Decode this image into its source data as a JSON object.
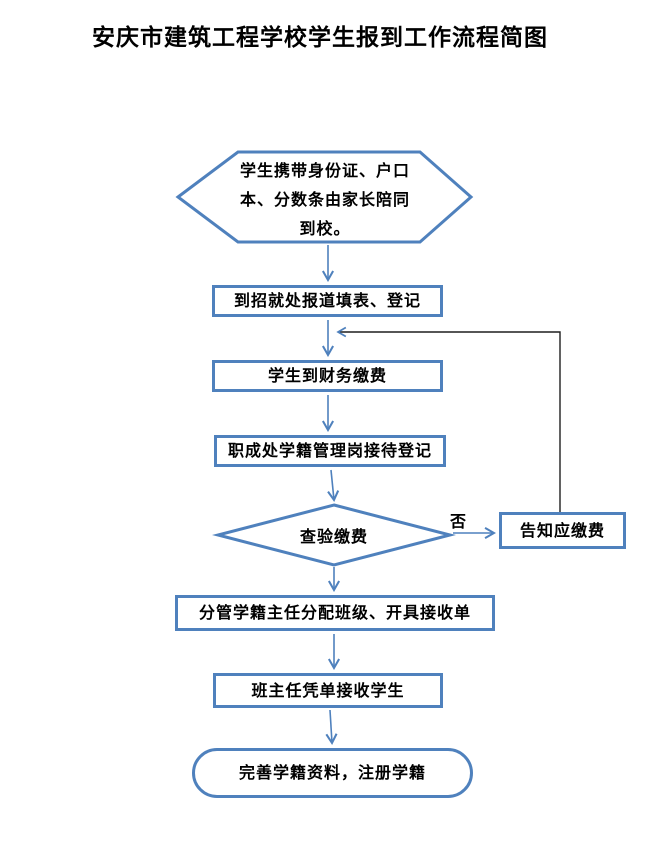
{
  "title": "安庆市建筑工程学校学生报到工作流程简图",
  "colors": {
    "shape_border": "#4F81BD",
    "connector": "#4F81BD",
    "feedback_line": "#1f1f1f",
    "text": "#000000",
    "background": "#ffffff"
  },
  "nodes": {
    "start": {
      "shape": "hexagon",
      "label": "学生携带身份证、户口\n本、分数条由家长陪同\n到校。"
    },
    "register": {
      "shape": "rect",
      "label": "到招就处报道填表、登记"
    },
    "pay": {
      "shape": "rect",
      "label": "学生到财务缴费"
    },
    "reception": {
      "shape": "rect",
      "label": "职成处学籍管理岗接待登记"
    },
    "check": {
      "shape": "diamond",
      "label": "查验缴费"
    },
    "inform": {
      "shape": "rect",
      "label": "告知应缴费"
    },
    "assign": {
      "shape": "rect",
      "label": "分管学籍主任分配班级、开具接收单"
    },
    "teacher": {
      "shape": "rect",
      "label": "班主任凭单接收学生"
    },
    "end": {
      "shape": "stadium",
      "label": "完善学籍资料，注册学籍"
    }
  },
  "edge_labels": {
    "no": "否"
  }
}
